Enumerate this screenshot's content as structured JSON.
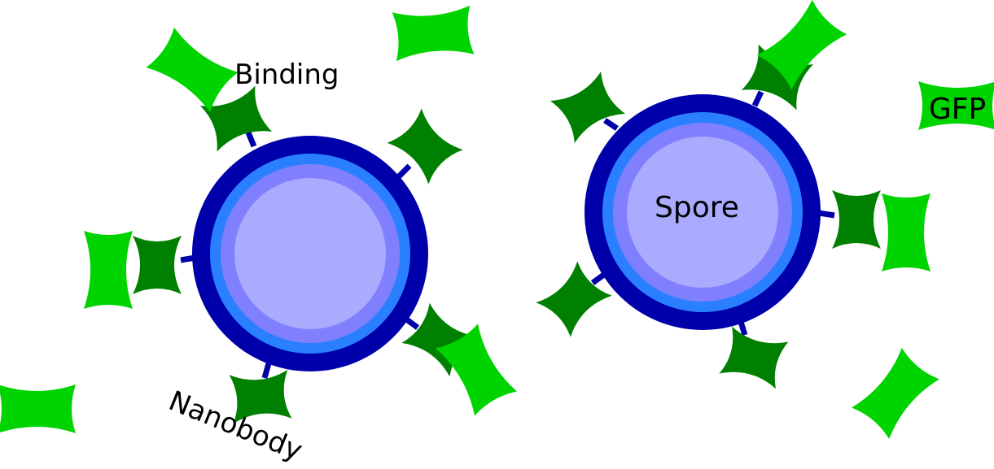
{
  "labels": {
    "binding": "Binding",
    "nanobody": "Nanobody",
    "spore": "Spore",
    "gfp": "GFP"
  },
  "colors": {
    "background": "#ffffff",
    "spore_outer_ring": "#0000aa",
    "spore_mid_ring": "#2a7fff",
    "spore_inner_ring": "#8080ff",
    "spore_core": "#aaaaff",
    "linker": "#0000aa",
    "nanobody": "#008000",
    "gfp": "#00d400"
  }
}
